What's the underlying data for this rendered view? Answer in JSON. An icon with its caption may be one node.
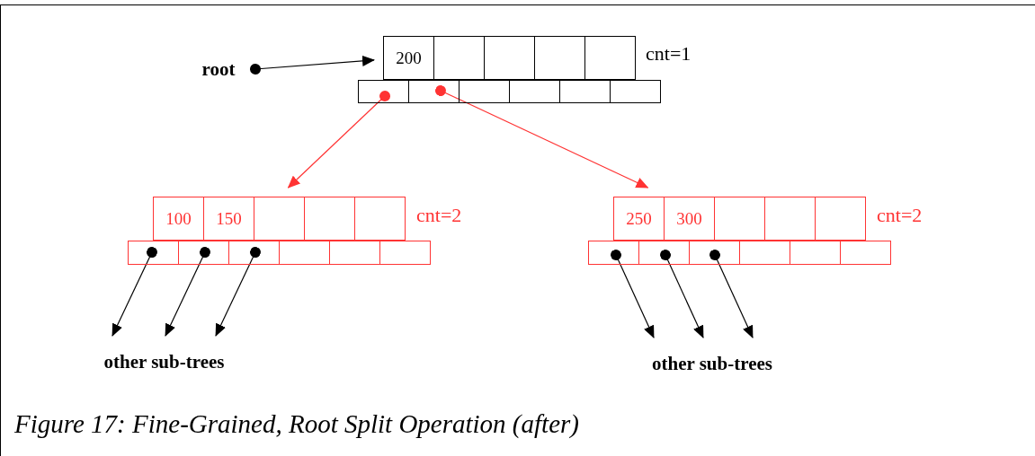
{
  "diagram": {
    "caption": "Figure 17: Fine-Grained, Root Split Operation (after)",
    "nodes": [
      {
        "text": [
          "root"
        ]
      },
      {
        "text": [
          "200"
        ]
      },
      {
        "text": [],
        "shape": "box"
      },
      {
        "text": [],
        "shape": "box"
      },
      {
        "text": [],
        "shape": "box"
      },
      {
        "text": [],
        "shape": "box"
      },
      {
        "text": [],
        "shape": "box"
      },
      {
        "text": [],
        "shape": "box"
      },
      {
        "text": [],
        "shape": "box"
      },
      {
        "text": [],
        "shape": "box"
      },
      {
        "text": [],
        "shape": "box"
      },
      {
        "text": [],
        "shape": "box"
      },
      {
        "text": [
          "100"
        ]
      },
      {
        "text": [
          "150"
        ]
      },
      {
        "text": [],
        "shape": "box"
      },
      {
        "text": [],
        "shape": "box"
      },
      {
        "text": [],
        "shape": "box"
      },
      {
        "text": [],
        "shape": "box"
      },
      {
        "text": [],
        "shape": "box"
      },
      {
        "text": [],
        "shape": "box"
      },
      {
        "text": [],
        "shape": "box"
      },
      {
        "text": [],
        "shape": "box"
      },
      {
        "text": [],
        "shape": "box"
      },
      {
        "text": [
          "250"
        ]
      },
      {
        "text": [
          "300"
        ]
      },
      {
        "text": [],
        "shape": "box"
      },
      {
        "text": [],
        "shape": "box"
      },
      {
        "text": [],
        "shape": "box"
      },
      {
        "text": [],
        "shape": "box"
      },
      {
        "text": [],
        "shape": "box"
      },
      {
        "text": [],
        "shape": "box"
      },
      {
        "text": [],
        "shape": "box"
      },
      {
        "text": [],
        "shape": "box"
      },
      {
        "text": [],
        "shape": "box"
      },
      {
        "text": [
          "other sub-trees"
        ]
      },
      {
        "text": [
          "other sub-trees"
        ]
      }
    ],
    "edges": [
      {
        "from": 0,
        "to": 1,
        "arrow": "to"
      },
      {
        "from": 6,
        "to": 14,
        "arrow": "to",
        "color": "#ff3333"
      },
      {
        "from": 7,
        "to": 23,
        "arrow": "to",
        "color": "#ff3333"
      },
      {
        "from": 17,
        "to": 34,
        "arrow": "to"
      },
      {
        "from": 18,
        "to": 34,
        "arrow": "to"
      },
      {
        "from": 19,
        "to": 34,
        "arrow": "to"
      },
      {
        "from": 28,
        "to": 35,
        "arrow": "to"
      },
      {
        "from": 29,
        "to": 35,
        "arrow": "to"
      },
      {
        "from": 30,
        "to": 35,
        "arrow": "to"
      }
    ],
    "labels": [
      "cnt=1",
      "cnt=2",
      "cnt=2"
    ]
  }
}
